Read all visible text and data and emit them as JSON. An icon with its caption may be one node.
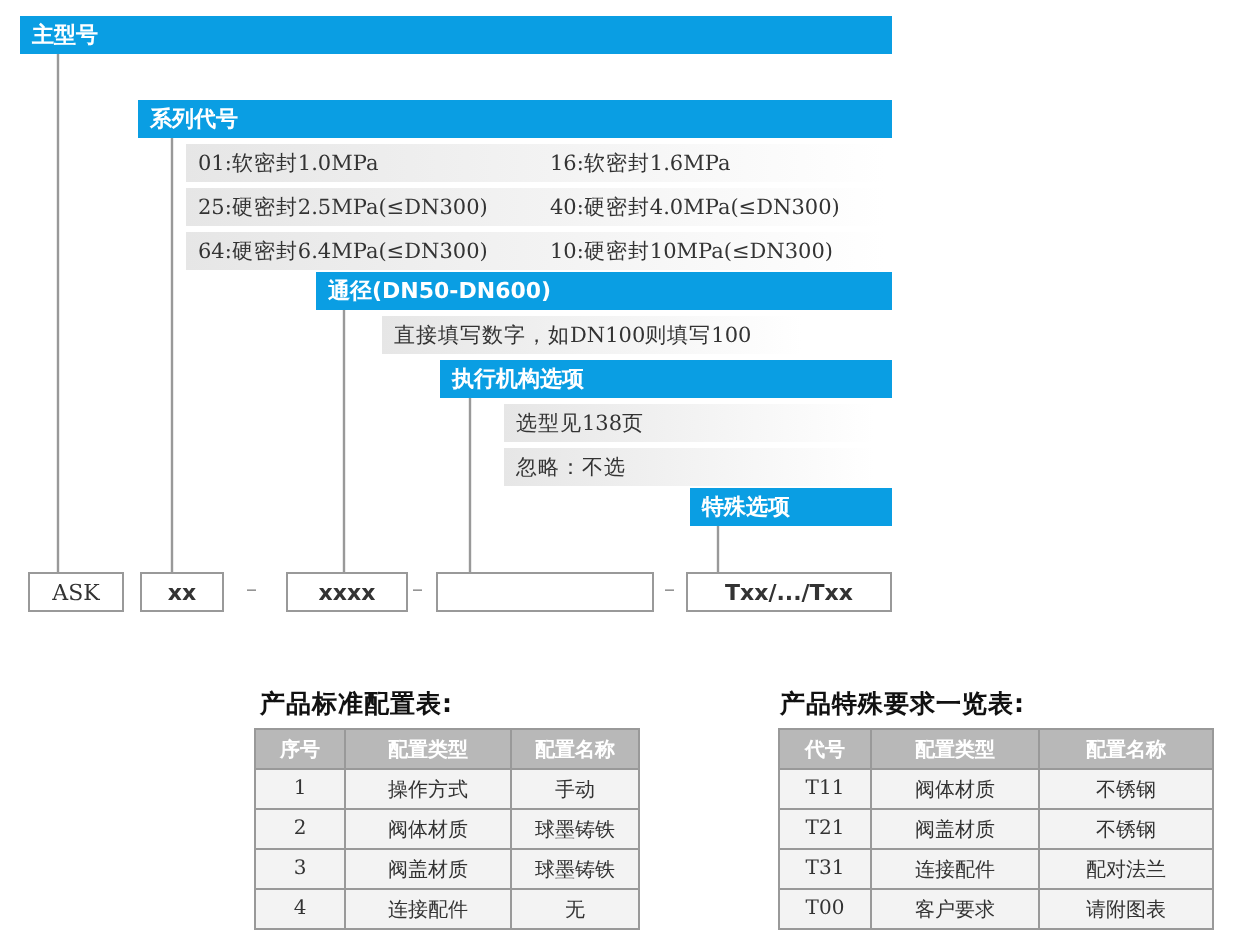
{
  "diagram": {
    "nodes": [
      {
        "text": [
          "主型号"
        ]
      },
      {
        "text": [
          "系列代号"
        ]
      },
      {
        "text": [
          "01:软密封1.0MPa",
          "16:软密封1.6MPa"
        ]
      },
      {
        "text": [
          "25:硬密封2.5MPa(≤DN300)",
          "40:硬密封4.0MPa(≤DN300)"
        ]
      },
      {
        "text": [
          "64:硬密封6.4MPa(≤DN300)",
          "10:硬密封10MPa(≤DN300)"
        ]
      },
      {
        "text": [
          "通径(DN50-DN600)"
        ]
      },
      {
        "text": [
          "直接填写数字，如DN100则填写100"
        ]
      },
      {
        "text": [
          "执行机构选项"
        ]
      },
      {
        "text": [
          "选型见138页"
        ]
      },
      {
        "text": [
          "忽略：不选"
        ]
      },
      {
        "text": [
          "特殊选项"
        ]
      },
      {
        "text": [
          "ASK"
        ]
      },
      {
        "text": [
          "xx"
        ]
      },
      {
        "text": [
          "xxxx"
        ]
      },
      {
        "text": [],
        "shape": "box"
      },
      {
        "text": [
          "Txx/.../Txx"
        ]
      }
    ],
    "edges": [
      {
        "from": 0,
        "to": 11,
        "arrow": "none"
      },
      {
        "from": 1,
        "to": 12,
        "arrow": "none"
      },
      {
        "from": 5,
        "to": 13,
        "arrow": "none"
      },
      {
        "from": 7,
        "to": 14,
        "arrow": "none"
      },
      {
        "from": 10,
        "to": 15,
        "arrow": "none"
      }
    ],
    "labels": [
      "–",
      "–",
      "–",
      "产品标准配置表:",
      "序号",
      "配置类型",
      "配置名称",
      "1",
      "操作方式",
      "手动",
      "2",
      "阀体材质",
      "球墨铸铁",
      "3",
      "阀盖材质",
      "球墨铸铁",
      "4",
      "连接配件",
      "无",
      "产品特殊要求一览表:",
      "代号",
      "配置类型",
      "配置名称",
      "T11",
      "阀体材质",
      "不锈钢",
      "T21",
      "阀盖材质",
      "不锈钢",
      "T31",
      "连接配件",
      "配对法兰",
      "T00",
      "客户要求",
      "请附图表"
    ]
  }
}
